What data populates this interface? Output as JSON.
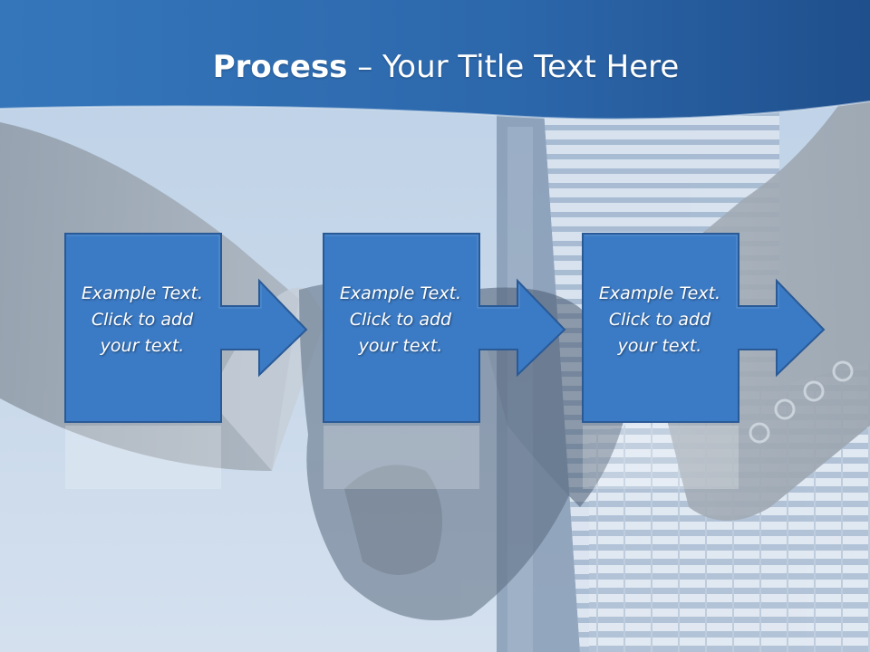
{
  "slide": {
    "title_bold": "Process",
    "title_rest": " – Your Title Text Here"
  },
  "steps": [
    {
      "line1": "Example Text.",
      "line2": "Click  to add",
      "line3": "your text."
    },
    {
      "line1": "Example Text.",
      "line2": "Click  to add",
      "line3": "your text."
    },
    {
      "line1": "Example Text.",
      "line2": "Click  to add",
      "line3": "your text."
    }
  ],
  "colors": {
    "header_band": "#2f6fb4",
    "box_fill": "#3b7ac4",
    "box_stroke": "#2a5a96",
    "sky": "#c9d8e9"
  }
}
